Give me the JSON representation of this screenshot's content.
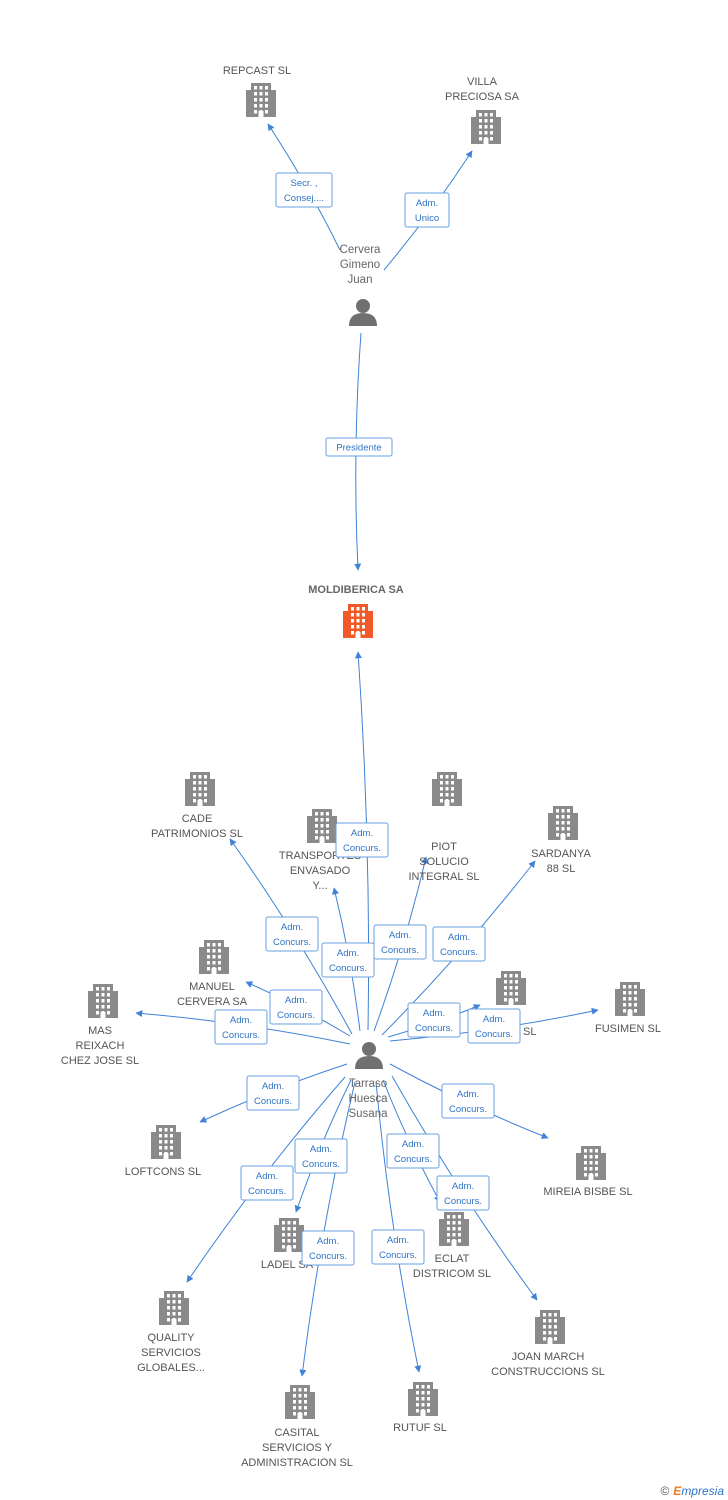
{
  "colors": {
    "building": "#8a8a8a",
    "main_building": "#f05a28",
    "person": "#707070",
    "edge": "#3f82d6"
  },
  "footer": {
    "copyright": "©",
    "brand_e": "E",
    "brand_rest": "mpresia"
  },
  "nodes": [
    {
      "id": "repcast",
      "type": "company",
      "lines": [
        "REPCAST SL"
      ]
    },
    {
      "id": "villa",
      "type": "company",
      "lines": [
        "VILLA",
        "PRECIOSA SA"
      ]
    },
    {
      "id": "cervera",
      "type": "person",
      "lines": [
        "Cervera",
        "Gimeno",
        "Juan"
      ]
    },
    {
      "id": "moldiberica",
      "type": "main",
      "lines": [
        "MOLDIBERICA SA"
      ]
    },
    {
      "id": "cade",
      "type": "company",
      "lines": [
        "CADE",
        "PATRIMONIOS SL"
      ]
    },
    {
      "id": "transportes",
      "type": "company",
      "lines": [
        "TRANSPORTES",
        "ENVASADO",
        "Y..."
      ]
    },
    {
      "id": "piot",
      "type": "company",
      "lines": [
        "PIOT",
        "SOLUCIO",
        "INTEGRAL SL"
      ]
    },
    {
      "id": "sardanya",
      "type": "company",
      "lines": [
        "SARDANYA",
        "88 SL"
      ]
    },
    {
      "id": "manuel",
      "type": "company",
      "lines": [
        "MANUEL",
        "CERVERA SA"
      ]
    },
    {
      "id": "mas",
      "type": "company",
      "lines": [
        "MAS",
        "REIXACH",
        "CHEZ JOSE SL"
      ]
    },
    {
      "id": "unnamed",
      "type": "company",
      "lines": [
        "SL"
      ]
    },
    {
      "id": "fusimen",
      "type": "company",
      "lines": [
        "FUSIMEN SL"
      ]
    },
    {
      "id": "tarraso",
      "type": "person",
      "lines": [
        "Tarraso",
        "Huesca",
        "Susana"
      ]
    },
    {
      "id": "loftcons",
      "type": "company",
      "lines": [
        "LOFTCONS SL"
      ]
    },
    {
      "id": "mireia",
      "type": "company",
      "lines": [
        "MIREIA BISBE SL"
      ]
    },
    {
      "id": "ladel",
      "type": "company",
      "lines": [
        "LADEL SA"
      ]
    },
    {
      "id": "eclat",
      "type": "company",
      "lines": [
        "ECLAT",
        "DISTRICOM SL"
      ]
    },
    {
      "id": "quality",
      "type": "company",
      "lines": [
        "QUALITY",
        "SERVICIOS",
        "GLOBALES..."
      ]
    },
    {
      "id": "joan",
      "type": "company",
      "lines": [
        "JOAN MARCH",
        "CONSTRUCCIONS SL"
      ]
    },
    {
      "id": "casital",
      "type": "company",
      "lines": [
        "CASITAL",
        "SERVICIOS Y",
        "ADMINISTRACION SL"
      ]
    },
    {
      "id": "rutuf",
      "type": "company",
      "lines": [
        "RUTUF SL"
      ]
    }
  ],
  "edges": [
    {
      "from": "cervera",
      "to": "repcast",
      "label": [
        "Secr. ,",
        "Consej...."
      ]
    },
    {
      "from": "cervera",
      "to": "villa",
      "label": [
        "Adm.",
        "Unico"
      ]
    },
    {
      "from": "cervera",
      "to": "moldiberica",
      "label": [
        "Presidente"
      ]
    },
    {
      "from": "tarraso",
      "to": "moldiberica",
      "label": [
        "Adm.",
        "Concurs."
      ]
    },
    {
      "from": "tarraso",
      "to": "cade",
      "label": [
        "Adm.",
        "Concurs."
      ]
    },
    {
      "from": "tarraso",
      "to": "transportes",
      "label": [
        "Adm.",
        "Concurs."
      ]
    },
    {
      "from": "tarraso",
      "to": "piot",
      "label": [
        "Adm.",
        "Concurs."
      ]
    },
    {
      "from": "tarraso",
      "to": "sardanya",
      "label": [
        "Adm.",
        "Concurs."
      ]
    },
    {
      "from": "tarraso",
      "to": "manuel",
      "label": [
        "Adm.",
        "Concurs."
      ]
    },
    {
      "from": "tarraso",
      "to": "mas",
      "label": [
        "Adm.",
        "Concurs."
      ]
    },
    {
      "from": "tarraso",
      "to": "unnamed",
      "label": [
        "Adm.",
        "Concurs."
      ]
    },
    {
      "from": "tarraso",
      "to": "fusimen",
      "label": [
        "Adm.",
        "Concurs."
      ]
    },
    {
      "from": "tarraso",
      "to": "loftcons",
      "label": [
        "Adm.",
        "Concurs."
      ]
    },
    {
      "from": "tarraso",
      "to": "mireia",
      "label": [
        "Adm.",
        "Concurs."
      ]
    },
    {
      "from": "tarraso",
      "to": "ladel",
      "label": [
        "Adm.",
        "Concurs."
      ]
    },
    {
      "from": "tarraso",
      "to": "eclat",
      "label": [
        "Adm.",
        "Concurs."
      ]
    },
    {
      "from": "tarraso",
      "to": "quality",
      "label": [
        "Adm.",
        "Concurs."
      ]
    },
    {
      "from": "tarraso",
      "to": "joan",
      "label": [
        "Adm.",
        "Concurs."
      ]
    },
    {
      "from": "tarraso",
      "to": "casital",
      "label": [
        "Adm.",
        "Concurs."
      ]
    },
    {
      "from": "tarraso",
      "to": "rutuf",
      "label": [
        "Adm.",
        "Concurs."
      ]
    }
  ]
}
